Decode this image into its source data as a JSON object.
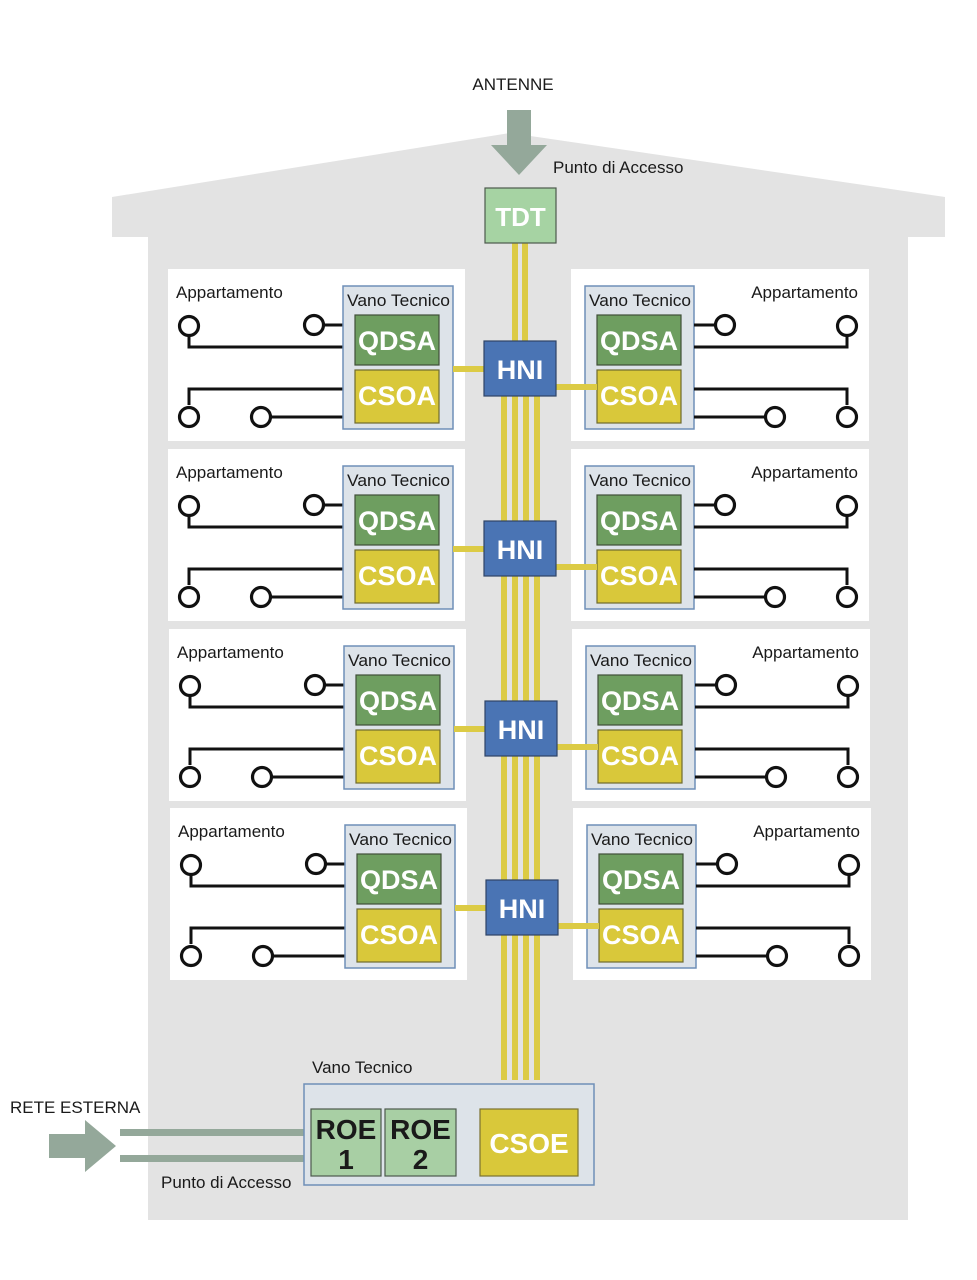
{
  "labels": {
    "antenne": "ANTENNE",
    "punto_accesso_top": "Punto di Accesso",
    "tdt": "TDT",
    "rete_esterna": "RETE ESTERNA",
    "punto_accesso_bottom": "Punto di Accesso",
    "vano_tecnico_bottom": "Vano Tecnico",
    "roe1_line1": "ROE",
    "roe1_line2": "1",
    "roe2_line1": "ROE",
    "roe2_line2": "2",
    "csoe": "CSOE"
  },
  "floors": [
    {
      "hni": "HNI",
      "left": {
        "apartment": "Appartamento",
        "vano": "Vano Tecnico",
        "qdsa": "QDSA",
        "csoa": "CSOA"
      },
      "right": {
        "apartment": "Appartamento",
        "vano": "Vano Tecnico",
        "qdsa": "QDSA",
        "csoa": "CSOA"
      }
    },
    {
      "hni": "HNI",
      "left": {
        "apartment": "Appartamento",
        "vano": "Vano Tecnico",
        "qdsa": "QDSA",
        "csoa": "CSOA"
      },
      "right": {
        "apartment": "Appartamento",
        "vano": "Vano Tecnico",
        "qdsa": "QDSA",
        "csoa": "CSOA"
      }
    },
    {
      "hni": "HNI",
      "left": {
        "apartment": "Appartamento",
        "vano": "Vano Tecnico",
        "qdsa": "QDSA",
        "csoa": "CSOA"
      },
      "right": {
        "apartment": "Appartamento",
        "vano": "Vano Tecnico",
        "qdsa": "QDSA",
        "csoa": "CSOA"
      }
    },
    {
      "hni": "HNI",
      "left": {
        "apartment": "Appartamento",
        "vano": "Vano Tecnico",
        "qdsa": "QDSA",
        "csoa": "CSOA"
      },
      "right": {
        "apartment": "Appartamento",
        "vano": "Vano Tecnico",
        "qdsa": "QDSA",
        "csoa": "CSOA"
      }
    }
  ],
  "colors": {
    "building": "#e3e3e3",
    "arrow": "#94a89a",
    "tdt": "#a6d3a3",
    "qdsa": "#6e9e60",
    "csoa": "#d9c83a",
    "hni": "#4a74b4",
    "vano": "#dde3e9",
    "vano_border": "#6f8fb8",
    "fiber": "#dccb45",
    "roe": "#a8cfa4"
  }
}
